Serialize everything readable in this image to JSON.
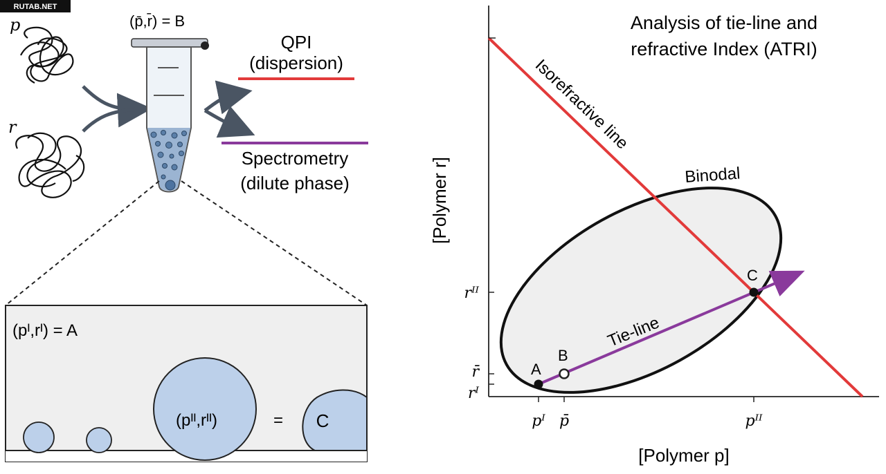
{
  "watermark": "RUTAB.NET",
  "left": {
    "p_label": "p",
    "r_label": "r",
    "tube_label": "(p̄,r̄) = B",
    "qpi_title": "QPI",
    "qpi_sub": "(dispersion)",
    "spec_title": "Spectrometry",
    "spec_sub": "(dilute phase)",
    "zoom_label_A": "(pᴵ,rᴵ) = A",
    "zoom_label_C_left": "(pᴵᴵ,rᴵᴵ)",
    "zoom_eq": "=",
    "zoom_C": "C",
    "colors": {
      "qpi_line": "#e23a3a",
      "spec_line": "#8a3a9c",
      "droplet": "#bcd0ea"
    }
  },
  "right": {
    "title_line1": "Analysis of tie-line and",
    "title_line2": "refractive Index (ATRI)",
    "isorefractive_label": "Isorefractive line",
    "binodal_label": "Binodal",
    "tieline_label": "Tie-line",
    "point_A": "A",
    "point_B": "B",
    "point_C": "C",
    "x_axis_label": "[Polymer p]",
    "y_axis_label": "[Polymer r]",
    "x_ticks": [
      "pᴵ",
      "p̄",
      "pᴵᴵ"
    ],
    "y_ticks": [
      "rᴵᴵ",
      "r̄",
      "rᴵ"
    ],
    "colors": {
      "isorefractive": "#e23a3a",
      "tieline": "#8a3a9c",
      "binodal_fill": "#efefef"
    }
  }
}
